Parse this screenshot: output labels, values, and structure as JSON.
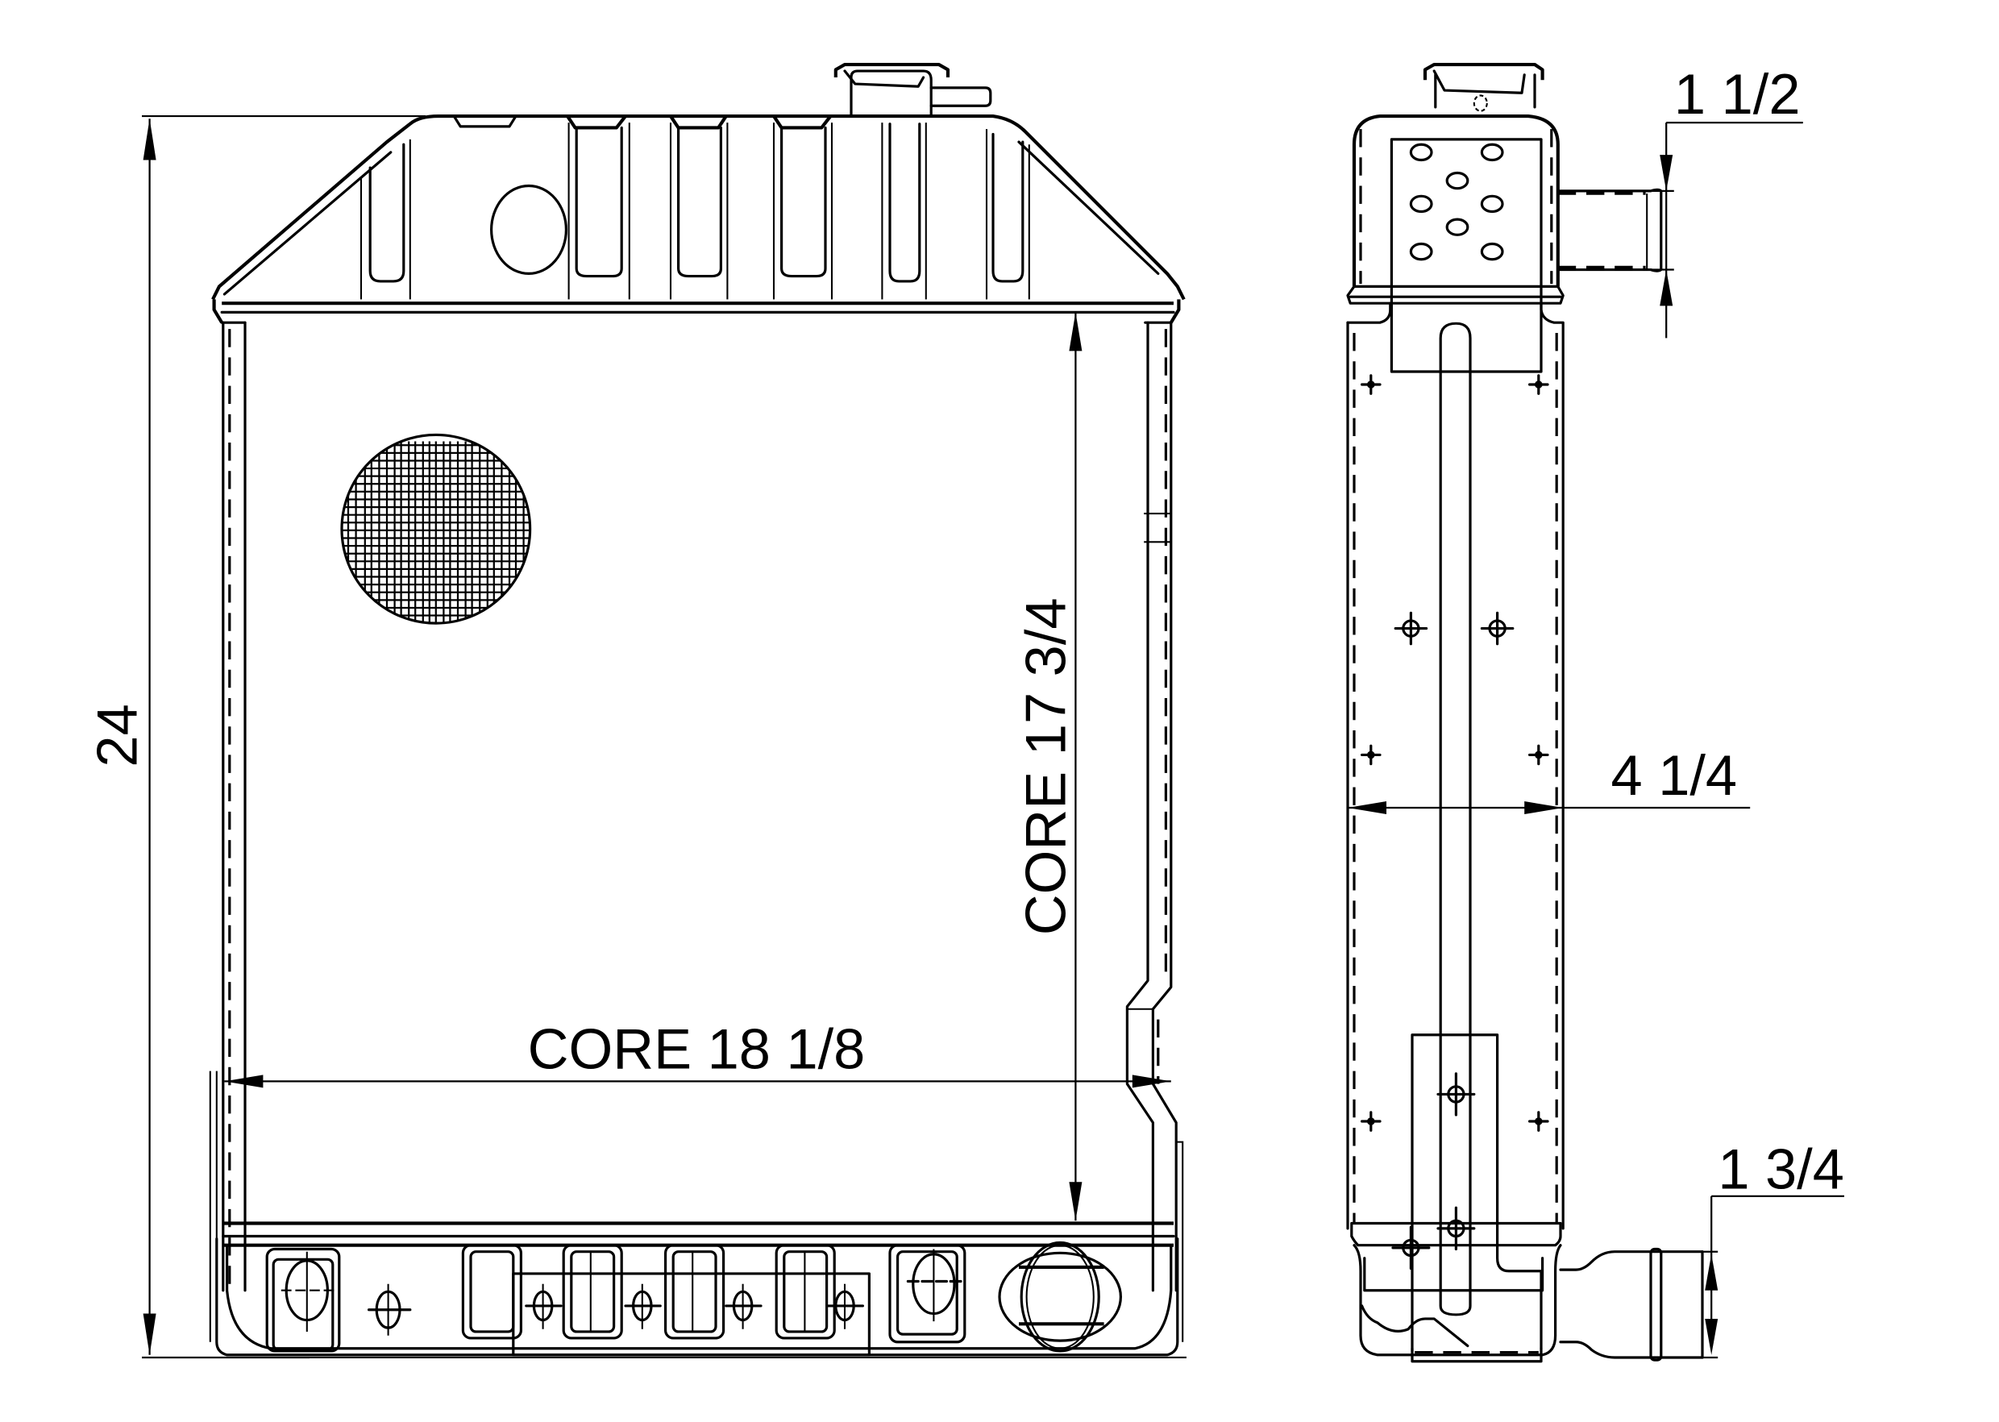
{
  "drawing": {
    "subject": "Radiator technical drawing",
    "views": [
      "front-view",
      "side-view"
    ],
    "line_color": "#000000",
    "background_color": "#ffffff"
  },
  "dimensions": {
    "overall_height": {
      "label": "24",
      "orientation": "vertical"
    },
    "core_height": {
      "label": "CORE 17 3/4",
      "orientation": "vertical"
    },
    "core_width": {
      "label": "CORE 18 1/8",
      "orientation": "horizontal"
    },
    "core_depth": {
      "label": "4 1/4",
      "orientation": "horizontal"
    },
    "inlet_diameter": {
      "label": "1 1/2",
      "orientation": "vertical"
    },
    "outlet_diameter": {
      "label": "1 3/4",
      "orientation": "vertical"
    }
  }
}
